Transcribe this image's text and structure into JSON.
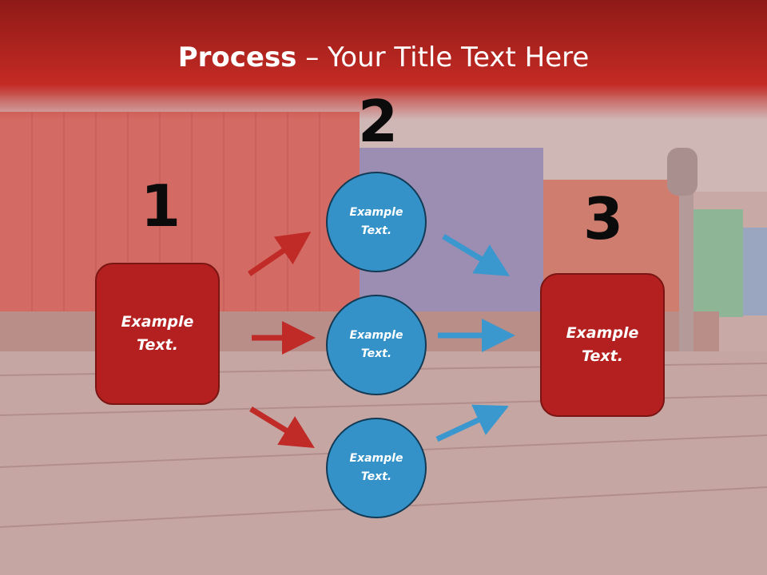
{
  "title": {
    "bold": "Process",
    "rest": " – Your Title Text Here"
  },
  "steps": [
    "1",
    "2",
    "3"
  ],
  "left_box": {
    "text": "Example\nText."
  },
  "right_box": {
    "text": "Example\nText."
  },
  "circles": [
    {
      "text": "Example\nText."
    },
    {
      "text": "Example\nText."
    },
    {
      "text": "Example\nText."
    }
  ],
  "colors": {
    "header": "#c42a24",
    "box": "#b3201f",
    "circle": "#3492c8",
    "red_arrow": "#c02a27",
    "blue_arrow": "#3a98cf"
  }
}
